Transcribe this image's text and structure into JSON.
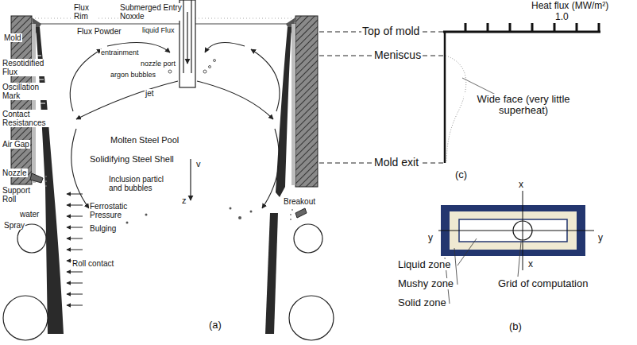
{
  "diagram": {
    "labels": [
      "Flux Rim",
      "Submerged Entry Noxxle",
      "Flux Powder",
      "liquid Flux",
      "Mold",
      "entrainment",
      "nozzle port",
      "argon bubbles",
      "Resotidified Flux",
      "jet",
      "Oscillation Mark",
      "Contact Resistances",
      "Air Gap",
      "Molten Steel Pool",
      "Solidifying Steel Shell",
      "v",
      "Nozzle",
      "Inclusion particl and bubbles",
      "Support Roll",
      "z",
      "Breakout",
      "water",
      "Ferrostatic Pressure",
      "Spray",
      "Bulging",
      "Roll contact",
      "(a)",
      "Heat flux (MW/m²)",
      "1.0",
      "Top of mold",
      "Meniscus",
      "Wide face (very little superheat)",
      "Mold exit",
      "(c)",
      "x",
      "y",
      "y",
      "Liquid zone",
      "x",
      "Mushy zone",
      "Grid of computation",
      "Solid zone",
      "(b)"
    ]
  }
}
